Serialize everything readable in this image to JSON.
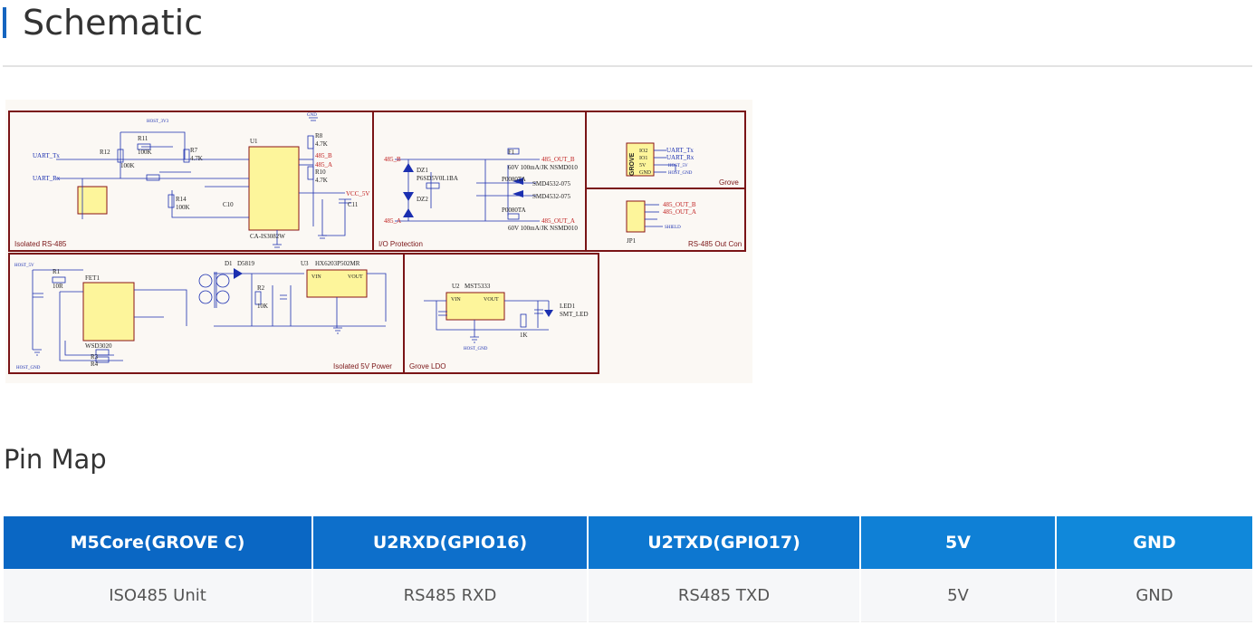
{
  "page": {
    "title": "Schematic",
    "pin_map_title": "Pin Map"
  },
  "schematic": {
    "blocks": {
      "isolated_rs485": "Isolated RS-485",
      "io_protection": "I/O Protection",
      "grove": "Grove",
      "rs485_out": "RS-485 Out Con",
      "isolated_5v": "Isolated 5V Power",
      "grove_ldo": "Grove LDO"
    },
    "labels": {
      "uart_tx": "UART_Tx",
      "uart_rx": "UART_Rx",
      "host_3v3": "HOST_3V3",
      "host_5v": "HOST_5V",
      "host_gnd": "HOST_GND",
      "gnd": "GND",
      "vcc_5v": "VCC_5V",
      "u1": "U1",
      "u1_part": "CA-IS3082W",
      "r11": "R11",
      "r12": "R12",
      "r7": "R7",
      "r8": "R8",
      "r10": "R10",
      "r14": "R14",
      "r1": "R1",
      "r2": "R2",
      "r3": "R3",
      "r4": "R4",
      "100k": "100K",
      "4k7": "4.7K",
      "10r": "10R",
      "10k": "10K",
      "c10": "C10",
      "c11": "C11",
      "b_485": "485_B",
      "a_485": "485_A",
      "out_b": "485_OUT_B",
      "out_a": "485_OUT_A",
      "dz1": "DZ1",
      "dz2": "DZ2",
      "tvs_part": "P6SD5V0L1BA",
      "gdt_part": "SMD4532-075",
      "ptc_part": "P0080TA",
      "fuse_part": "60V 100mA/JK NSMD010",
      "f1": "F1",
      "grove_conn": "GROVE",
      "pin_io2": "IO2",
      "pin_io1": "IO1",
      "pin_5v": "5V",
      "pin_gnd": "GND",
      "jp1": "JP1",
      "shield": "SHIELD",
      "fet1": "FET1",
      "fet_part": "WSD3020",
      "d1": "D1",
      "d1_part": "D5819",
      "u3": "U3",
      "u3_part": "HX6203P502MR",
      "u2": "U2",
      "u2_part": "MST5333",
      "vin": "VIN",
      "vout": "VOUT",
      "led1": "LED1",
      "led_part": "SMT_LED",
      "r_1k": "1K"
    }
  },
  "pin_table": {
    "header_colors": [
      "#0a67c4",
      "#0d6fcb",
      "#0d77d0",
      "#0f80d6",
      "#1088da"
    ],
    "headers": [
      "M5Core(GROVE C)",
      "U2RXD(GPIO16)",
      "U2TXD(GPIO17)",
      "5V",
      "GND"
    ],
    "rows": [
      [
        "ISO485 Unit",
        "RS485 RXD",
        "RS485 TXD",
        "5V",
        "GND"
      ]
    ]
  }
}
